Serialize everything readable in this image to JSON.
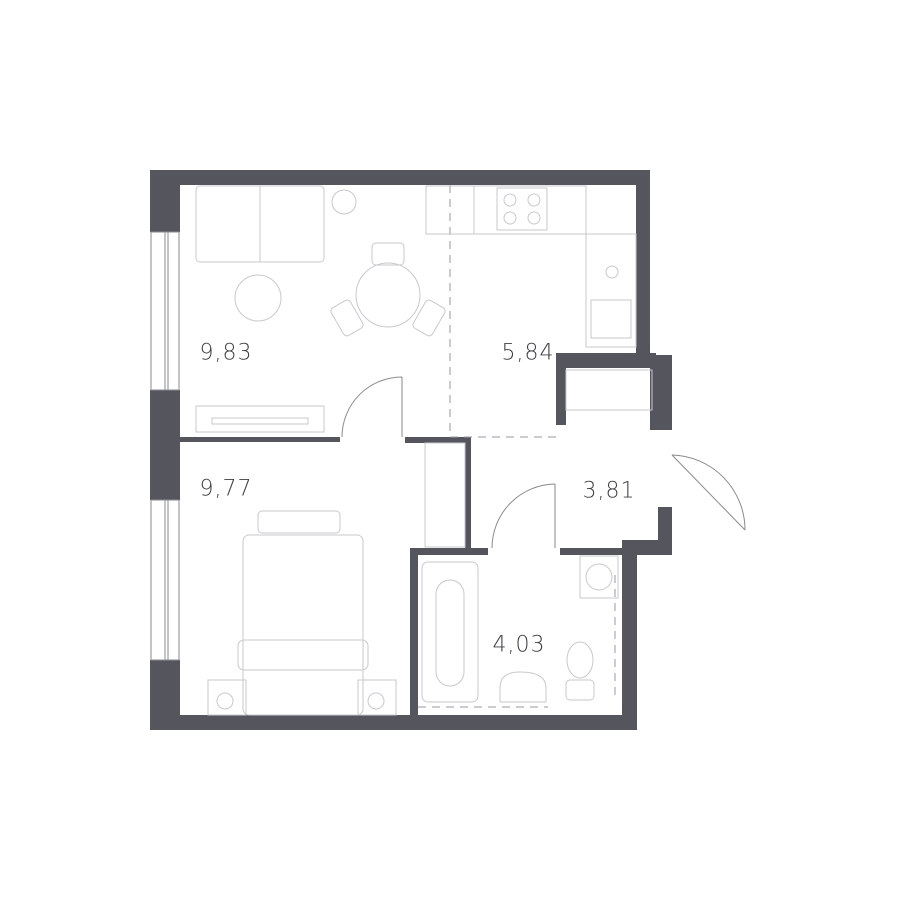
{
  "rooms": [
    {
      "name": "living-room",
      "area": "9,83"
    },
    {
      "name": "kitchen",
      "area": "5,84"
    },
    {
      "name": "bedroom",
      "area": "9,77"
    },
    {
      "name": "hallway",
      "area": "3,81"
    },
    {
      "name": "bathroom",
      "area": "4,03"
    }
  ],
  "colors": {
    "wall": "#55555d",
    "furniture": "#c9c9cd",
    "text": "#3d3d45"
  }
}
